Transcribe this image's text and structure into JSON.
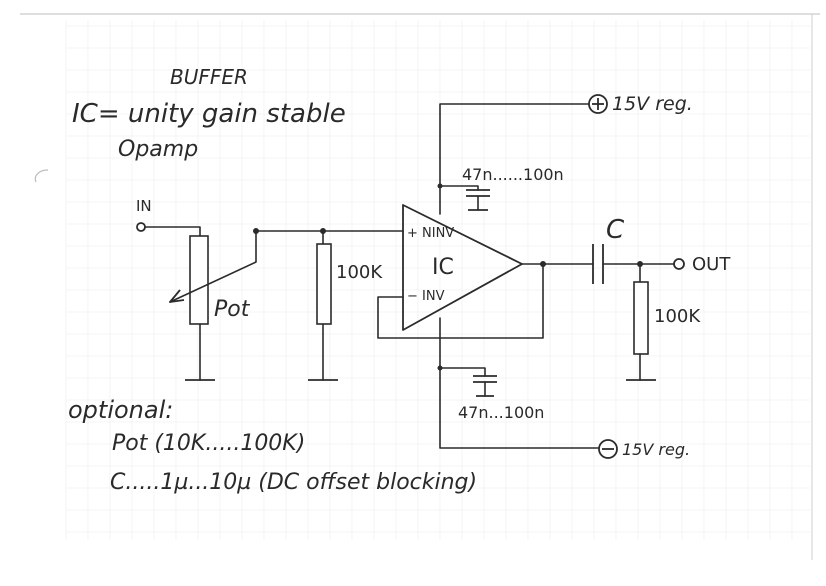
{
  "title": "BUFFER",
  "subtitle_line1": "IC= unity gain stable",
  "subtitle_line2": "Opamp",
  "labels": {
    "in": "IN",
    "out": "OUT",
    "pot": "Pot",
    "r_in": "100K",
    "r_out": "100K",
    "ic": "IC",
    "ninv": "+ NINV",
    "inv": "− INV",
    "cap_top": "47n......100n",
    "cap_bottom": "47n...100n",
    "cap_c": "C",
    "pos_supply": "15V reg.",
    "neg_supply": "15V reg."
  },
  "notes": {
    "heading": "optional:",
    "pot_note": "Pot (10K.....100K)",
    "c_note": "C.....1µ...10µ (DC offset blocking)"
  },
  "colors": {
    "ink": "#2b2b2b",
    "paper": "#ffffff",
    "grid": "#ececec"
  }
}
